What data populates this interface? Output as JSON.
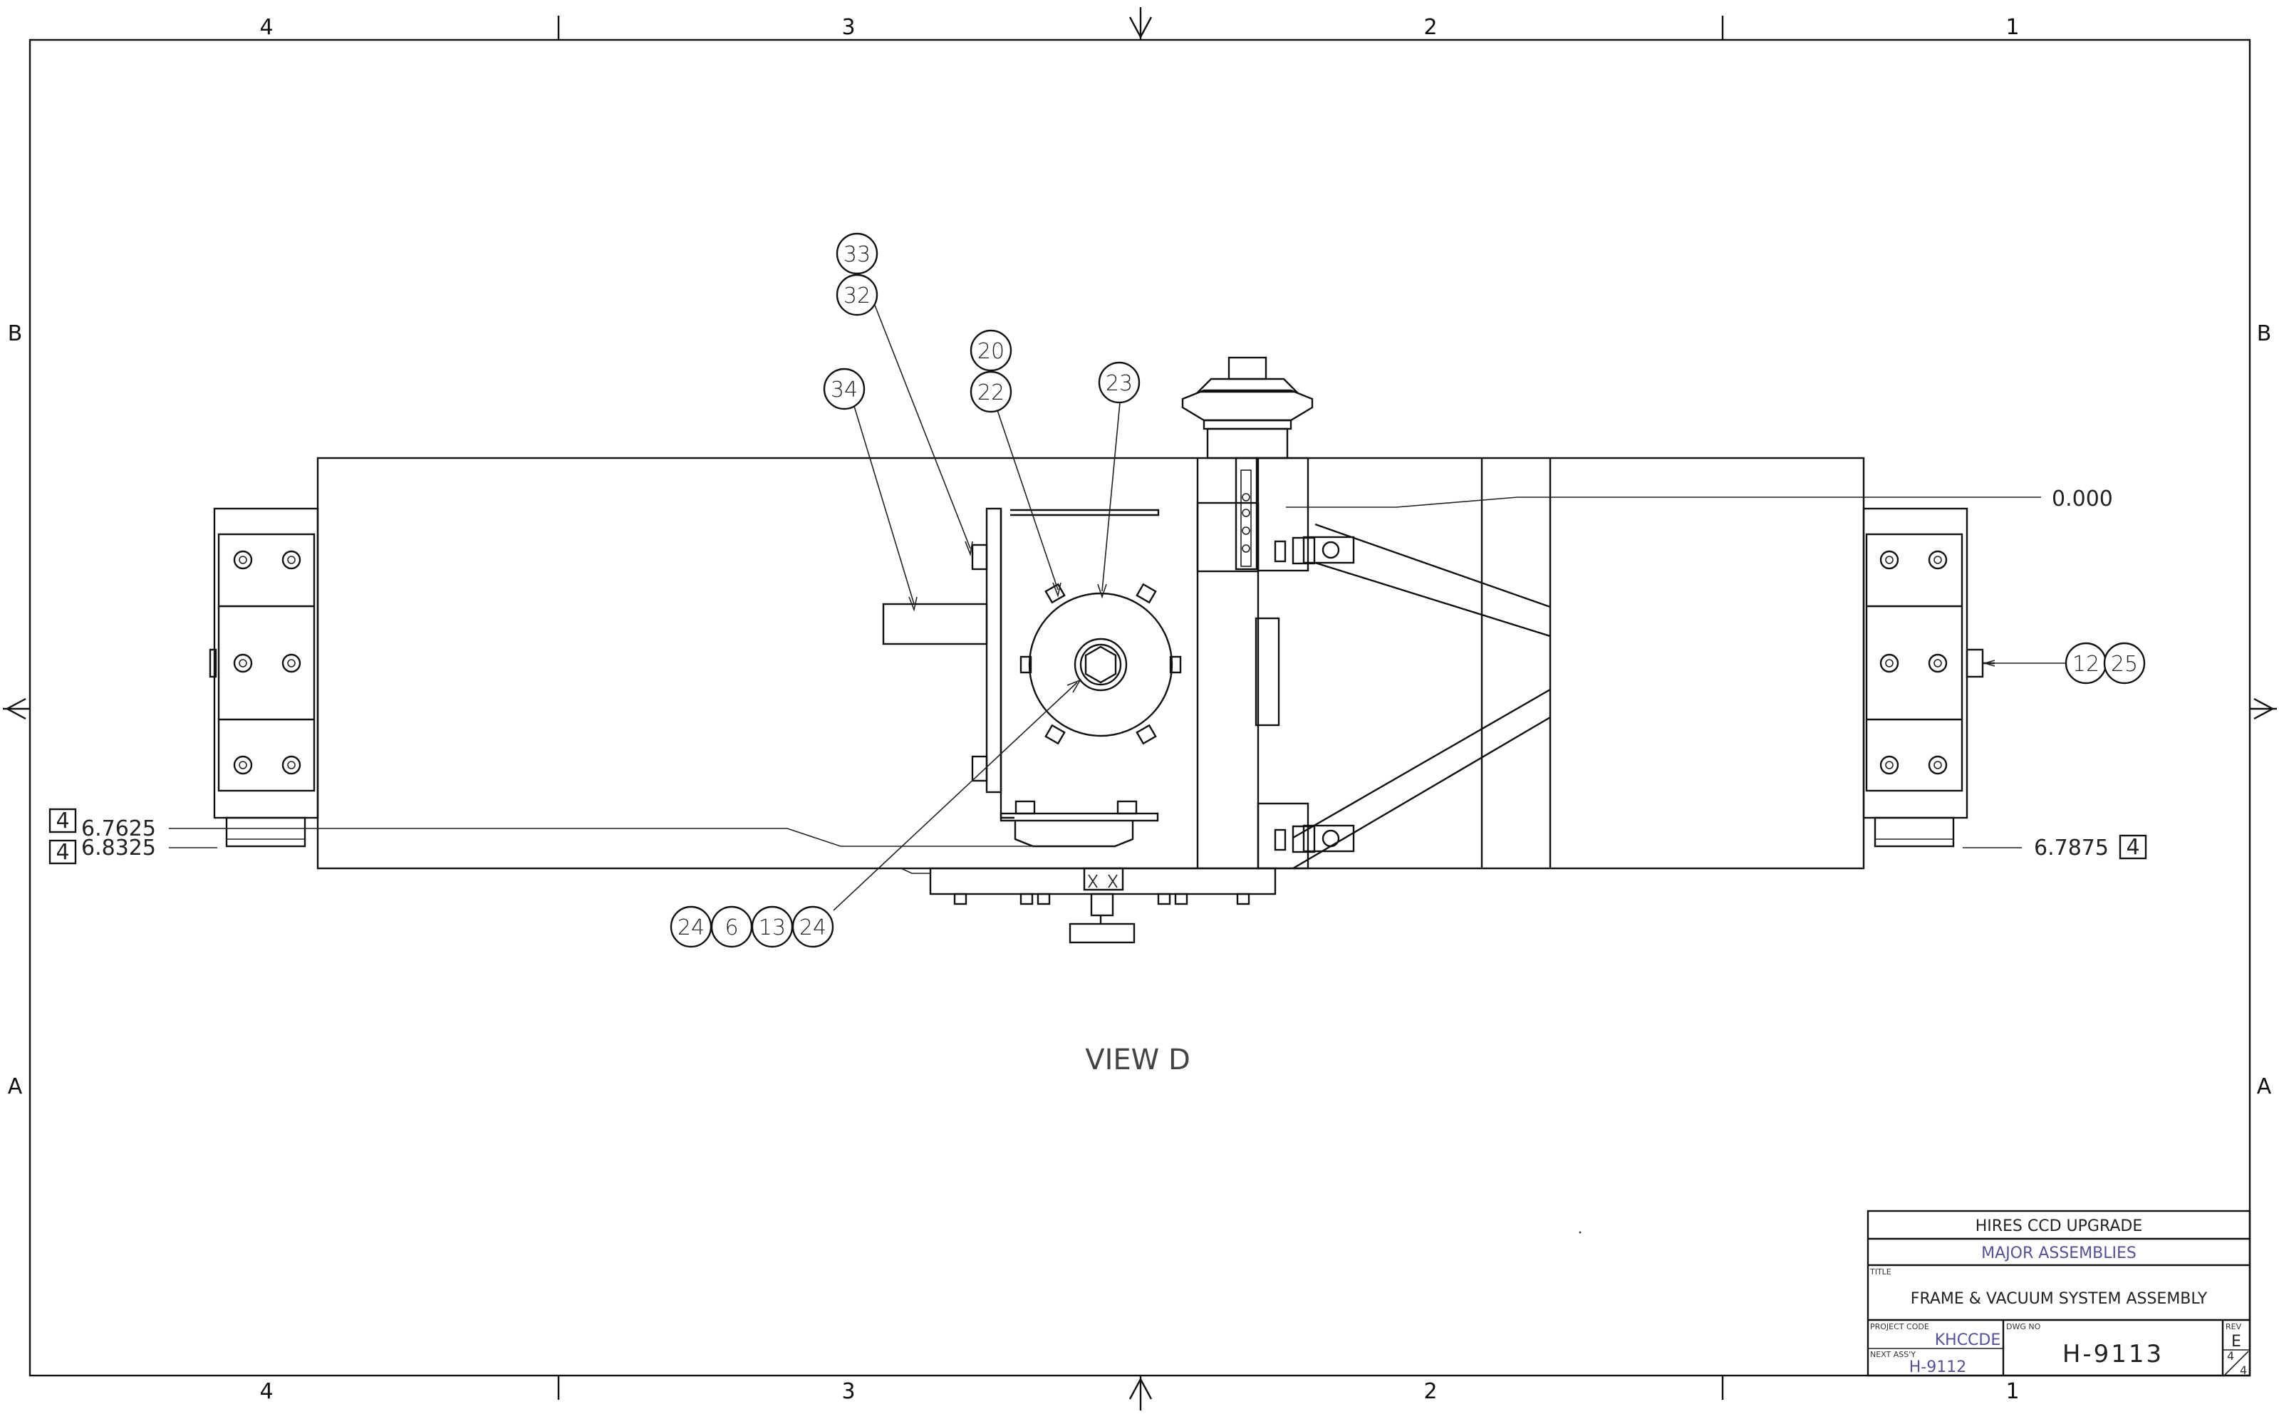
{
  "zones": {
    "top": [
      "4",
      "3",
      "2",
      "1"
    ],
    "bottom": [
      "4",
      "3",
      "2",
      "1"
    ],
    "left": [
      "B",
      "A"
    ],
    "right": [
      "B",
      "A"
    ]
  },
  "balloons": {
    "b33": "33",
    "b32": "32",
    "b34": "34",
    "b20": "20",
    "b22": "22",
    "b23": "23",
    "b12": "12",
    "b25": "25",
    "b24a": "24",
    "b6": "6",
    "b13": "13",
    "b24b": "24"
  },
  "dimensions": {
    "top_ref": "0.000",
    "left_upper": "6.7625",
    "left_lower": "6.8325",
    "right": "6.7875",
    "left_upper_box": "4",
    "left_lower_box": "4",
    "right_box": "4"
  },
  "view_label": "VIEW D",
  "title_block": {
    "project": "HIRES CCD UPGRADE",
    "subtitle": "MAJOR ASSEMBLIES",
    "title_caption": "TITLE",
    "title": "FRAME & VACUUM SYSTEM ASSEMBLY",
    "project_code_caption": "PROJECT CODE",
    "project_code": "KHCCDE",
    "next_assy_caption": "NEXT ASS'Y",
    "next_assy": "H-9112",
    "dwg_no_caption": "DWG NO",
    "dwg_no": "H-9113",
    "rev_caption": "REV",
    "rev": "E",
    "sheet_num": "4",
    "sheet_total": "4"
  }
}
